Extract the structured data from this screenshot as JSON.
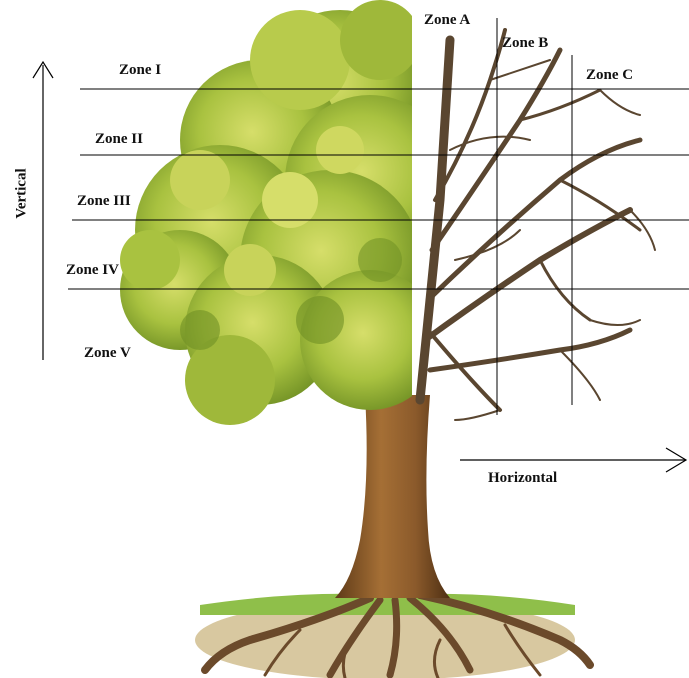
{
  "zones": {
    "vertical": [
      "Zone I",
      "Zone II",
      "Zone III",
      "Zone IV",
      "Zone V"
    ],
    "horizontal": [
      "Zone A",
      "Zone B",
      "Zone C"
    ]
  },
  "axes": {
    "vertical": "Vertical",
    "horizontal": "Horizontal"
  },
  "colors": {
    "foliage_light": "#c8d35a",
    "foliage_mid": "#9fb83a",
    "foliage_dark": "#6f8f24",
    "trunk": "#8b5a2b",
    "trunk_dark": "#5e3a18",
    "branches": "#5a4630",
    "grass": "#7fae3c",
    "soil": "#c9b48a",
    "roots": "#6b4a2b",
    "lines": "#000000"
  }
}
